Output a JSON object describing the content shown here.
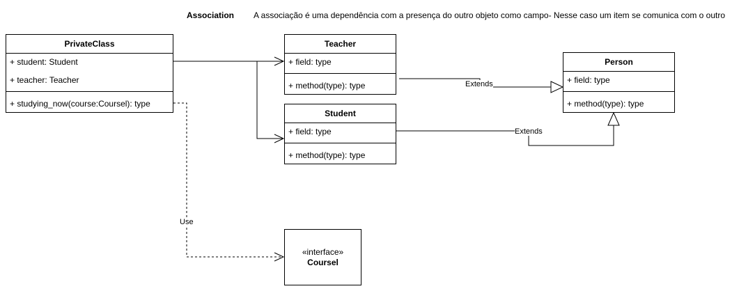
{
  "header": {
    "title": "Association",
    "description": "A associação é uma dependência com a presença do outro objeto como campo- Nesse caso um item se comunica com o outro"
  },
  "classes": {
    "private_class": {
      "name": "PrivateClass",
      "fields": [
        "+ student: Student",
        "+ teacher: Teacher"
      ],
      "methods": [
        "+ studying_now(course:Coursel): type"
      ]
    },
    "teacher": {
      "name": "Teacher",
      "fields": [
        "+ field: type"
      ],
      "methods": [
        "+ method(type): type"
      ]
    },
    "student": {
      "name": "Student",
      "fields": [
        "+ field: type"
      ],
      "methods": [
        "+ method(type): type"
      ]
    },
    "person": {
      "name": "Person",
      "fields": [
        "+ field: type"
      ],
      "methods": [
        "+ method(type): type"
      ]
    },
    "coursel": {
      "stereotype": "«interface»",
      "name": "Coursel"
    }
  },
  "edges": {
    "teacher_extends_label": "Extends",
    "student_extends_label": "Extends",
    "use_label": "Use"
  }
}
